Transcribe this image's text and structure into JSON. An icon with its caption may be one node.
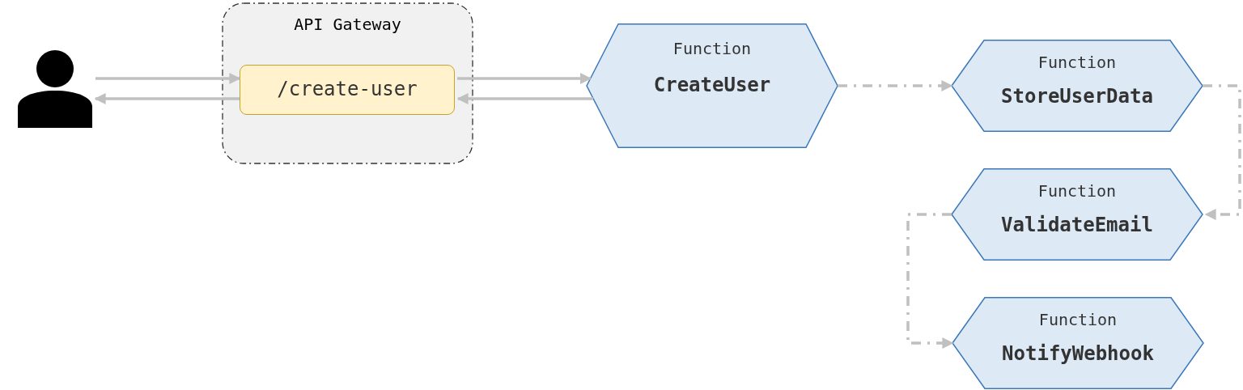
{
  "diagram": {
    "nodes": [
      {
        "text": [],
        "shape": "person"
      },
      {
        "text": [
          "API Gateway"
        ]
      },
      {
        "text": [
          "/create-user"
        ],
        "in": 1
      },
      {
        "text": [
          "Function",
          "CreateUser"
        ]
      },
      {
        "text": [
          "Function",
          "StoreUserData"
        ]
      },
      {
        "text": [
          "Function",
          "ValidateEmail"
        ]
      },
      {
        "text": [
          "Function",
          "NotifyWebhook"
        ]
      }
    ],
    "edges": [
      {
        "from": 0,
        "to": 2,
        "arrow": "to"
      },
      {
        "from": 2,
        "to": 0,
        "arrow": "to"
      },
      {
        "from": 2,
        "to": 3,
        "arrow": "to"
      },
      {
        "from": 3,
        "to": 2,
        "arrow": "to"
      },
      {
        "from": 3,
        "to": 4,
        "arrow": "to",
        "style": "dashed"
      },
      {
        "from": 4,
        "to": 5,
        "arrow": "to",
        "style": "dashed"
      },
      {
        "from": 5,
        "to": 6,
        "arrow": "to",
        "style": "dashed"
      }
    ]
  }
}
